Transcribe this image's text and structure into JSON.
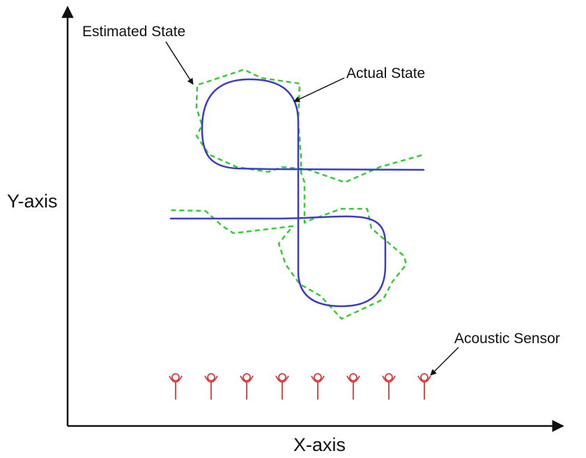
{
  "diagram": {
    "x_axis_label": "X-axis",
    "y_axis_label": "Y-axis",
    "annotations": {
      "estimated": "Estimated State",
      "actual": "Actual State",
      "sensor": "Acoustic Sensor"
    },
    "sensor_count": 8,
    "colors": {
      "axis": "#111111",
      "actual_path": "#3a3acc",
      "estimated_path": "#33cc33",
      "sensor": "#d83a3a"
    }
  }
}
